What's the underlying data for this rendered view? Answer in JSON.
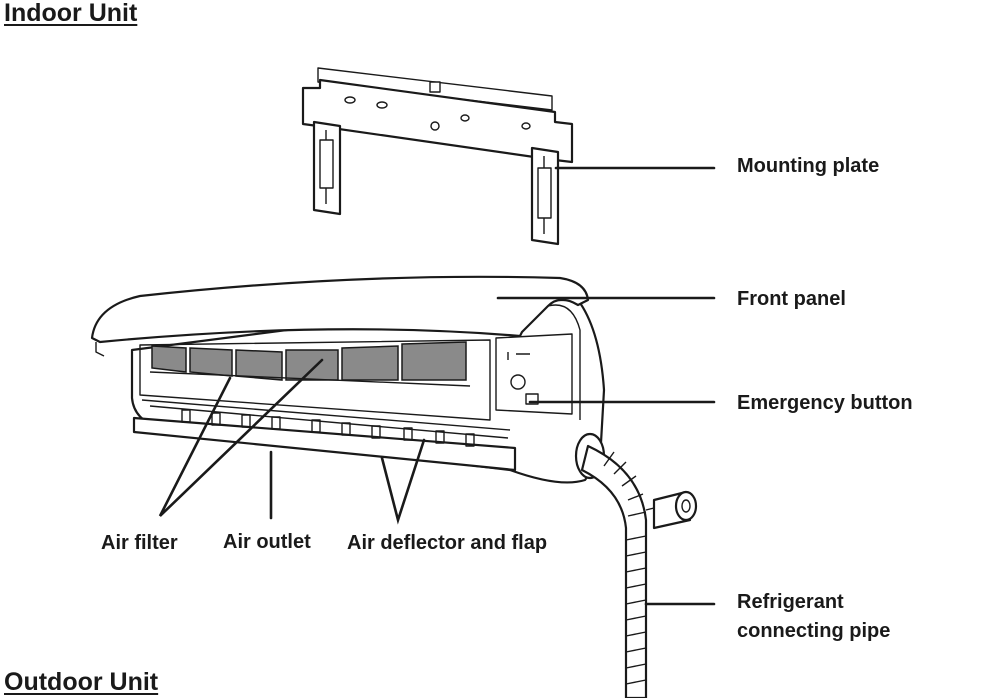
{
  "headings": {
    "indoor": "Indoor Unit",
    "outdoor": "Outdoor Unit"
  },
  "labels": {
    "mounting_plate": "Mounting plate",
    "front_panel": "Front panel",
    "emergency_button": "Emergency button",
    "air_filter": "Air filter",
    "air_outlet": "Air outlet",
    "air_deflector": "Air deflector and flap",
    "refrigerant_line1": "Refrigerant",
    "refrigerant_line2": "connecting pipe"
  },
  "icons": {
    "mounting_plate": "mounting-plate-drawing",
    "indoor_unit": "indoor-unit-drawing",
    "pipe": "refrigerant-pipe-drawing"
  },
  "colors": {
    "ink": "#1a1a1a",
    "filter_gray": "#8a8a8a",
    "background": "#ffffff"
  }
}
